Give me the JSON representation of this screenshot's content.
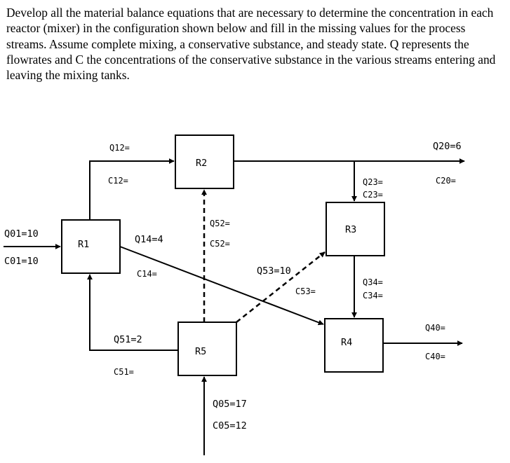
{
  "problem": {
    "text": "Develop all the material balance equations that are necessary to determine the concentration in each reactor (mixer) in the configuration shown below and fill in the missing values for the process streams.  Assume complete mixing, a conservative substance, and steady state. Q represents the flowrates and C the concentrations of the conservative substance in the various streams entering and leaving the mixing tanks."
  },
  "reactors": {
    "r1": "R1",
    "r2": "R2",
    "r3": "R3",
    "r4": "R4",
    "r5": "R5"
  },
  "streams": {
    "q01": "Q01=10",
    "c01": "C01=10",
    "q12": "Q12=",
    "c12": "C12=",
    "q14": "Q14=4",
    "c14": "C14=",
    "q20": "Q20=6",
    "c20": "C20=",
    "q23": "Q23=",
    "c23": "C23=",
    "q34": "Q34=",
    "c34": "C34=",
    "q40": "Q40=",
    "c40": "C40=",
    "q51": "Q51=2",
    "c51": "C51=",
    "q52": "Q52=",
    "c52": "C52=",
    "q53": "Q53=10",
    "c53": "C53=",
    "q05": "Q05=17",
    "c05": "C05=12"
  }
}
